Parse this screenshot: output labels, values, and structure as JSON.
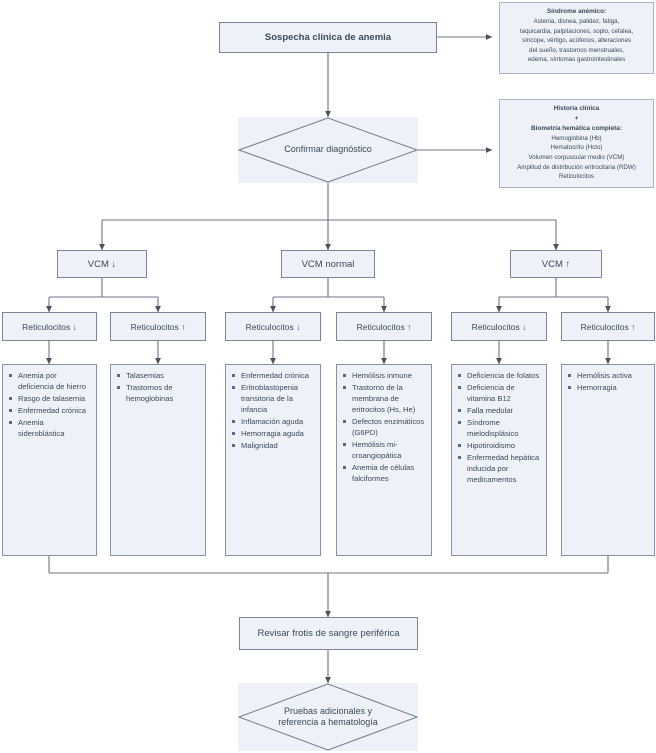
{
  "diagram": {
    "title_node": "Sospecha clínica de anemia",
    "decision_1": "Confirmar diagnóstico",
    "bottom_process": "Revisar frotis de sangre periférica",
    "bottom_decision_line1": "Pruebas adicionales y",
    "bottom_decision_line2": "referencia a hematología"
  },
  "panels": {
    "anemic_syndrome": {
      "heading": "Síndrome anémico:",
      "lines": [
        "Astenia, disnea, palidez, fatiga,",
        "taquicardia, palpitaciones, soplo, cefalea,",
        "síncope, vértigo, acúfenos, alteraciones",
        "del sueño, trastornos menstruales,",
        "edema, síntomas gastrointestinales"
      ]
    },
    "clinical_history": {
      "heading": "Historia clínica",
      "plus": "+",
      "subheading": "Biometría hemática completa:",
      "lines": [
        "Hemoglobina (Hb)",
        "Hematocrito (Hcto)",
        "Volumen corpuscular medio (VCM)",
        "Amplitud de distribución eritrocitaria (RDW)",
        "Reticulocitos"
      ]
    }
  },
  "vcm_row": [
    {
      "label": "VCM ↓"
    },
    {
      "label": "VCM normal"
    },
    {
      "label": "VCM ↑"
    }
  ],
  "retic_row": [
    {
      "label": "Reticulocitos ↓"
    },
    {
      "label": "Reticulocitos ↑"
    },
    {
      "label": "Reticulocitos ↓"
    },
    {
      "label": "Reticulocitos ↑"
    },
    {
      "label": "Reticulocitos ↓"
    },
    {
      "label": "Reticulocitos ↑"
    }
  ],
  "lists": [
    {
      "items": [
        "Anemia por deficiencia de hierro",
        "Rasgo de talasemia",
        "Enfermedad crónica",
        "Anemia sideroblástica"
      ]
    },
    {
      "items": [
        "Talasemias",
        "Trastornos de hemoglobinas"
      ]
    },
    {
      "items": [
        "Enfermedad crónica",
        "Eritroblastopenia transitoria de la infancia",
        "Inflamación aguda",
        "Hemorragia aguda",
        "Malignidad"
      ]
    },
    {
      "items": [
        "Hemólisis inmune",
        "Trastorno de la membrana de eritrocitos (Hs, He)",
        "Defectos enzimáticos (G6PD)",
        "Hemólisis mi-croangiopática",
        "Anemia de células falciformes"
      ]
    },
    {
      "items": [
        "Deficiencia de folatos",
        "Deficiencia de vitamina B12",
        "Falla medular",
        "Síndrome mielodisplásico",
        "Hipotiroidismo",
        "Enfermedad hepática inducida por medicamentos"
      ]
    },
    {
      "items": [
        "Hemólisis activa",
        "Hemorragia"
      ]
    }
  ],
  "colors": {
    "node_fill": "#eef1f8",
    "node_stroke": "#7b8596",
    "text": "#3b4a5a",
    "line": "#6f7682"
  }
}
